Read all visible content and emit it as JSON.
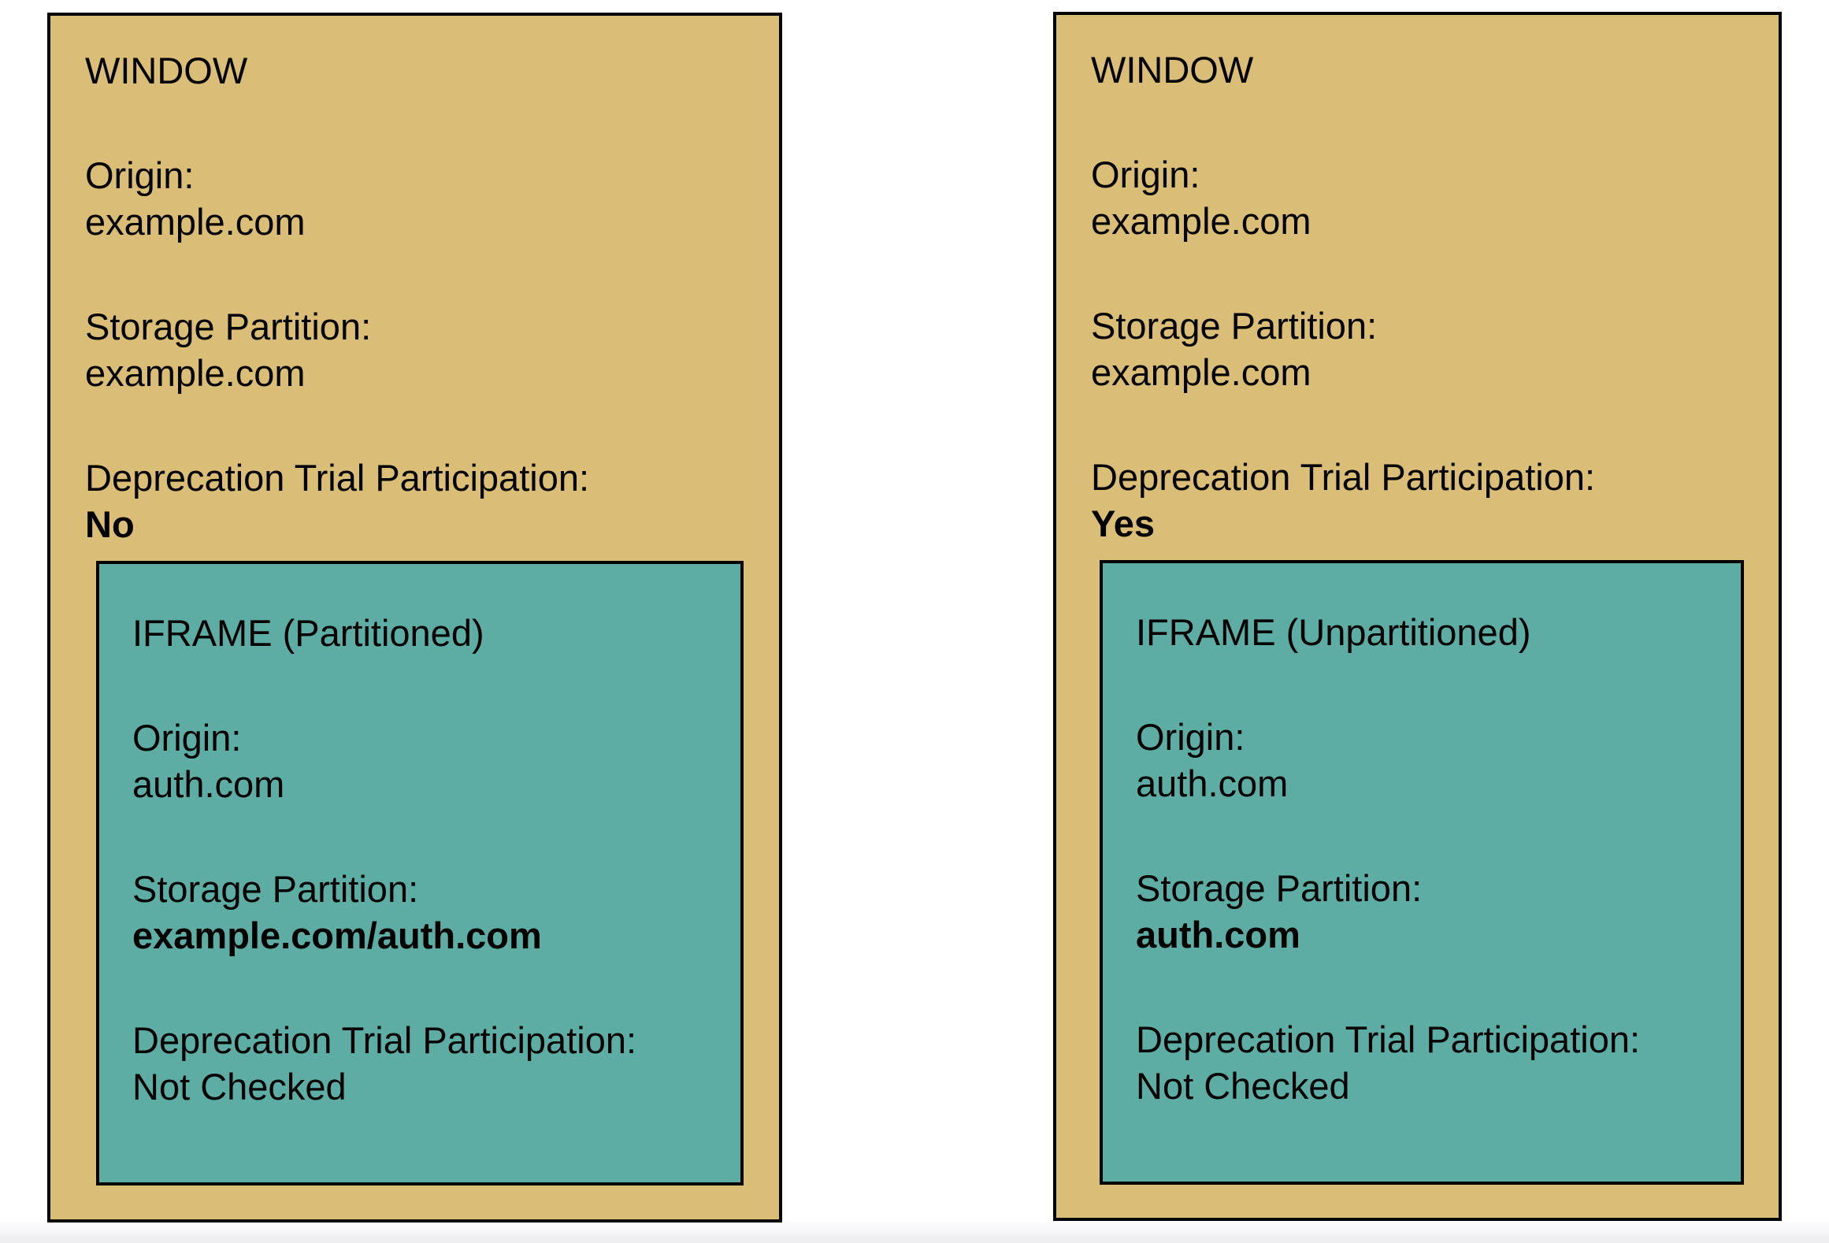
{
  "diagram": {
    "colors": {
      "window_bg": "#DABD76",
      "iframe_bg": "#5EADA4",
      "border": "#000000",
      "text": "#000000"
    },
    "windows": [
      {
        "title": "WINDOW",
        "fields": [
          {
            "label": "Origin:",
            "value": "example.com"
          },
          {
            "label": "Storage Partition:",
            "value": "example.com"
          },
          {
            "label": "Deprecation Trial Participation:",
            "value": "No"
          }
        ],
        "iframe": {
          "title": "IFRAME (Partitioned)",
          "fields": [
            {
              "label": "Origin:",
              "value": "auth.com"
            },
            {
              "label": "Storage Partition:",
              "value": "example.com/auth.com"
            },
            {
              "label": "Deprecation Trial Participation:",
              "value": "Not Checked"
            }
          ]
        }
      },
      {
        "title": "WINDOW",
        "fields": [
          {
            "label": "Origin:",
            "value": "example.com"
          },
          {
            "label": "Storage Partition:",
            "value": "example.com"
          },
          {
            "label": "Deprecation Trial Participation:",
            "value": "Yes"
          }
        ],
        "iframe": {
          "title": "IFRAME (Unpartitioned)",
          "fields": [
            {
              "label": "Origin:",
              "value": "auth.com"
            },
            {
              "label": "Storage Partition:",
              "value": "auth.com"
            },
            {
              "label": "Deprecation Trial Participation:",
              "value": "Not Checked"
            }
          ]
        }
      }
    ]
  }
}
